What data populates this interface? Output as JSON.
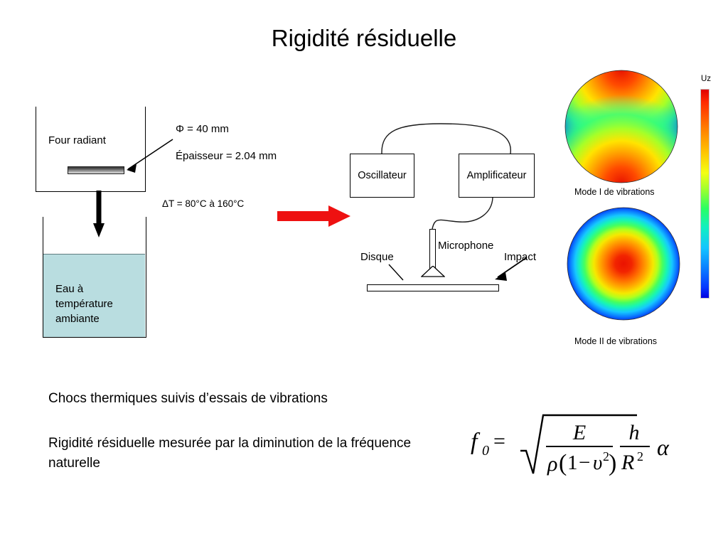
{
  "slide": {
    "title": "Rigidité résiduelle",
    "background": "#ffffff"
  },
  "thermal_shock": {
    "furnace_label": "Four radiant",
    "specimen_name": "specimen-plate",
    "water_label": "Eau à\ntempérature\nambiante",
    "water_color": "#b9dde0",
    "arrow_name": "drop-arrow"
  },
  "specs": {
    "diameter": "Φ = 40 mm",
    "thickness": "Épaisseur = 2.04 mm",
    "delta_t": "ΔT = 80°C à 160°C"
  },
  "transition": {
    "arrow_color": "#ee1111"
  },
  "apparatus": {
    "oscillator": "Oscillateur",
    "amplifier": "Amplificateur",
    "microphone": "Microphone",
    "disc": "Disque",
    "impact": "Impact"
  },
  "modes": {
    "colorbar_title": "Uz",
    "colorbar_top_color": "#e00000",
    "colorbar_bottom_color": "#0000e0",
    "mode1_caption": "Mode I de vibrations",
    "mode2_caption": "Mode II de vibrations"
  },
  "conclusions": {
    "line1": "Chocs thermiques suivis d’essais de vibrations",
    "line2": "Rigidité résiduelle mesurée par la diminution de la fréquence naturelle"
  },
  "formula": {
    "lhs": "f",
    "lhs_sub": "0",
    "equals": "=",
    "numerator": "E",
    "denominator_rho": "ρ",
    "denominator_paren_open": "(",
    "denominator_one": "1",
    "denominator_minus": "−",
    "denominator_upsilon": "υ",
    "denominator_exp": "2",
    "denominator_paren_close": ")",
    "frac2_num": "h",
    "frac2_den": "R",
    "frac2_den_exp": "2",
    "alpha": "α",
    "plain": "f0 = sqrt( E / ( ρ(1 − υ²) ) ) · h / R² · α"
  }
}
